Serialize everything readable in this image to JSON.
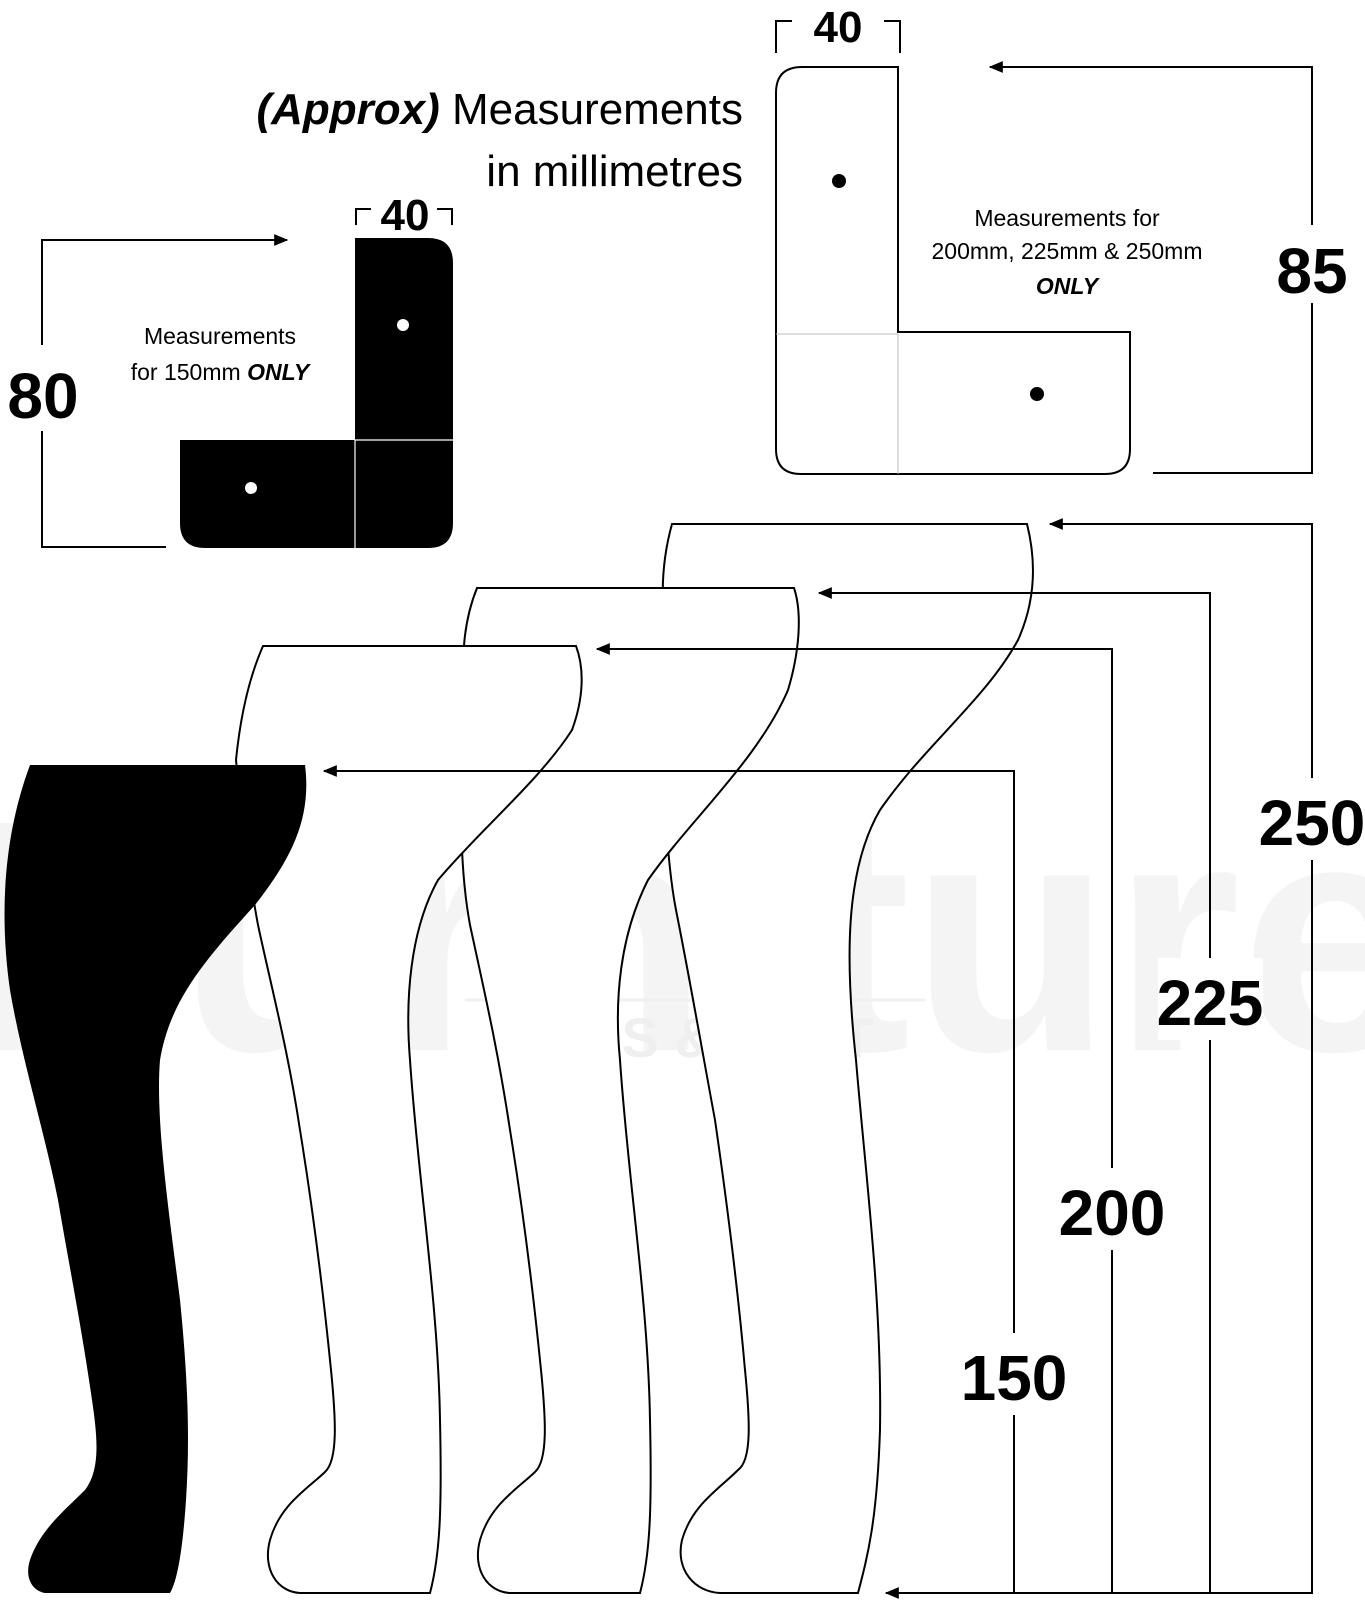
{
  "title": {
    "approx": "(Approx)",
    "line1": " Measurements",
    "line2": "in millimetres"
  },
  "watermark": {
    "word": "Furniture",
    "sub": "LEGS & FEET"
  },
  "small_footprint": {
    "width_label": "40",
    "depth_label": "80",
    "note_line1": "Measurements",
    "note_line2": "for 150mm ",
    "note_only": "ONLY"
  },
  "large_footprint": {
    "width_label": "40",
    "depth_label": "85",
    "note_line1": "Measurements for",
    "note_line2": "200mm, 225mm & 250mm",
    "note_only": "ONLY"
  },
  "heights": [
    {
      "label": "150",
      "height_mm": 150
    },
    {
      "label": "200",
      "height_mm": 200
    },
    {
      "label": "225",
      "height_mm": 225
    },
    {
      "label": "250",
      "height_mm": 250
    }
  ],
  "colors": {
    "ink": "#000000",
    "paper": "#ffffff",
    "watermark": "#f4f4f4"
  }
}
